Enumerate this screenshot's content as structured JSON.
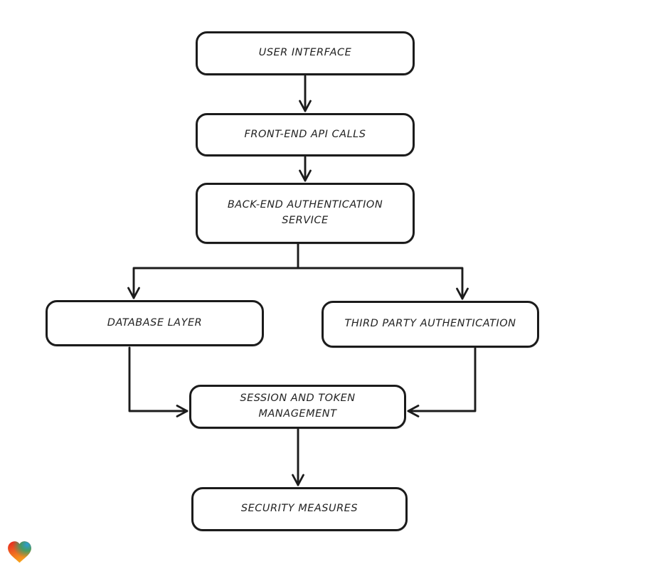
{
  "diagram": {
    "type": "flowchart",
    "background_color": "#ffffff",
    "stroke_color": "#1b1b1b",
    "node_fill_color": "#ffffff",
    "nodes": [
      {
        "id": "user-interface",
        "label": "USER INTERFACE"
      },
      {
        "id": "front-end-api-calls",
        "label": "FRONT-END API CALLS"
      },
      {
        "id": "back-end-authentication-service",
        "label": "BACK-END AUTHENTICATION SERVICE"
      },
      {
        "id": "database-layer",
        "label": "DATABASE LAYER"
      },
      {
        "id": "third-party-authentication",
        "label": "THIRD PARTY AUTHENTICATION"
      },
      {
        "id": "session-and-token-management",
        "label": "SESSION AND TOKEN MANAGEMENT"
      },
      {
        "id": "security-measures",
        "label": "SECURITY MEASURES"
      }
    ],
    "edges": [
      {
        "from": "user-interface",
        "to": "front-end-api-calls"
      },
      {
        "from": "front-end-api-calls",
        "to": "back-end-authentication-service"
      },
      {
        "from": "back-end-authentication-service",
        "to": "database-layer"
      },
      {
        "from": "back-end-authentication-service",
        "to": "third-party-authentication"
      },
      {
        "from": "database-layer",
        "to": "session-and-token-management"
      },
      {
        "from": "third-party-authentication",
        "to": "session-and-token-management"
      },
      {
        "from": "session-and-token-management",
        "to": "security-measures"
      }
    ]
  },
  "branding": {
    "logo": "eraser-heart-logo",
    "logo_colors": {
      "red": "#e8251f",
      "orange": "#f7a11b",
      "green": "#2aa56c",
      "blue": "#2c9bd6"
    }
  }
}
